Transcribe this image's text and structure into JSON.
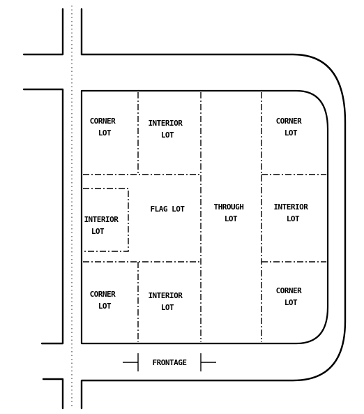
{
  "lots": {
    "corner_top_left": [
      "CORNER",
      "LOT"
    ],
    "interior_top": [
      "INTERIOR",
      "LOT"
    ],
    "corner_top_right": [
      "CORNER",
      "LOT"
    ],
    "interior_left": [
      "INTERIOR",
      "LOT"
    ],
    "flag": [
      "FLAG LOT"
    ],
    "through": [
      "THROUGH",
      "LOT"
    ],
    "interior_right": [
      "INTERIOR",
      "LOT"
    ],
    "corner_bottom_left": [
      "CORNER",
      "LOT"
    ],
    "interior_bottom": [
      "INTERIOR",
      "LOT"
    ],
    "corner_bottom_right": [
      "CORNER",
      "LOT"
    ]
  },
  "frontage_label": "FRONTAGE"
}
